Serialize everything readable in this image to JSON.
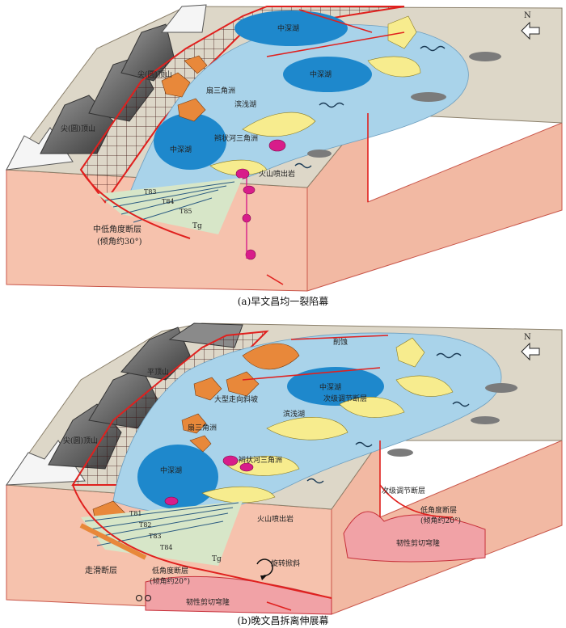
{
  "panel_a": {
    "caption": "(a)早文昌均一裂陷幕",
    "labels": {
      "peak1": "尖(圆)顶山",
      "peak2": "尖(圆)顶山",
      "deep1": "中深湖",
      "deep2": "中深湖",
      "deep3": "中深湖",
      "fan_delta": "扇三角洲",
      "shallow": "滨浅湖",
      "braided": "辫状河三角洲",
      "volcanic": "火山喷出岩",
      "fault": "中低角度断层",
      "dip": "(倾角约30°)",
      "t83": "T83",
      "t84": "T84",
      "t85": "T85",
      "tg": "Tg",
      "north": "N"
    }
  },
  "panel_b": {
    "caption": "(b)晚文昌拆离伸展幕",
    "labels": {
      "erosion": "削蚀",
      "flat_peak": "平顶山",
      "strike_slope": "大型走向斜坡",
      "deep1": "中深湖",
      "sub_fault": "次级调节断层",
      "shallow": "滨浅湖",
      "fan_delta": "扇三角洲",
      "braided": "辫状河三角洲",
      "peak": "尖(圆)顶山",
      "deep2": "中深湖",
      "volcanic": "火山喷出岩",
      "sub_fault2": "次级调节断层",
      "fault": "低角度断层",
      "dip": "(倾角约20°)",
      "ductile": "韧性剪切穹隆",
      "rotation": "旋转掀斜",
      "strike_slip": "走滑断层",
      "fault2": "低角度断层",
      "dip2": "(倾角约20°)",
      "ductile2": "韧性剪切穹隆",
      "t81": "T81",
      "t82": "T82",
      "t83": "T83",
      "t84": "T84",
      "tg": "Tg",
      "north": "N"
    }
  },
  "colors": {
    "block": "#f6c2ad",
    "top": "#ddd7c8",
    "lake_light": "#a9d3ea",
    "lake_deep": "#1e88cc",
    "fan": "#e8883a",
    "delta": "#f7ec8e",
    "volcanic": "#d81d8a",
    "fault": "#e0201e",
    "mountain": "#6f6f6f"
  }
}
